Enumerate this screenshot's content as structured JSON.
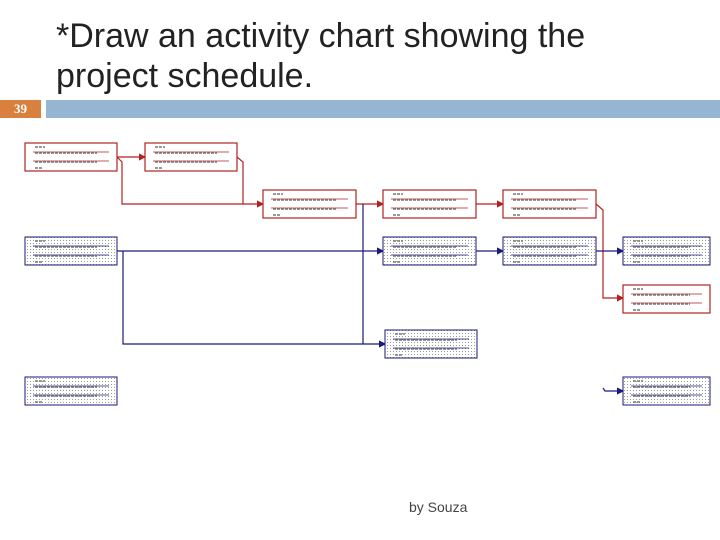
{
  "slide": {
    "title": "*Draw an activity chart showing the project schedule.",
    "number": "39",
    "footer": "by Souza",
    "colors": {
      "critical": "#b22222",
      "noncritical": "#1a1a7a",
      "number_box": "#d9803f",
      "title_bar": "#94b6d2"
    }
  }
}
